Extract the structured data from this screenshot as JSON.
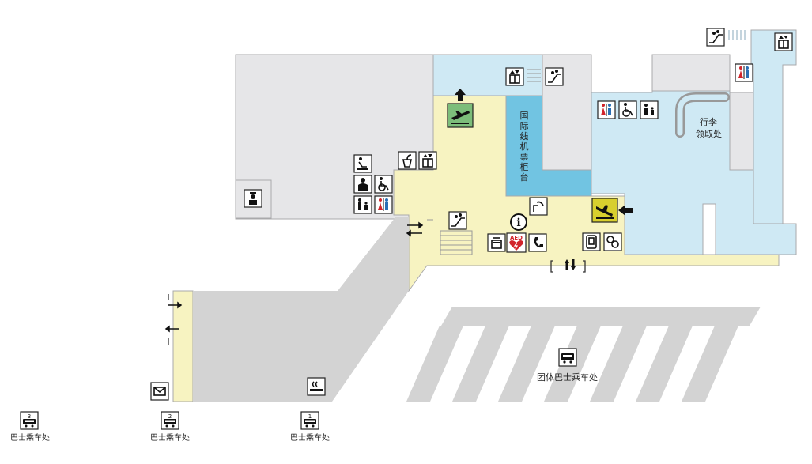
{
  "colors": {
    "gray_area": "#e6e6e8",
    "gray_border": "#a9a9ab",
    "yellow_area": "#f7f3c1",
    "light_blue": "#cfe9f4",
    "counter_blue": "#71c4e2",
    "parking_gray": "#d3d3d3",
    "departure_green": "#7cbd7a",
    "arrival_yellow": "#d8cf2e",
    "male_blue": "#2a6fb5",
    "female_red": "#d2232a",
    "aed_red": "#d2232a"
  },
  "labels": {
    "counter": "国际线机票柜台",
    "baggage_line1": "行李",
    "baggage_line2": "领取处",
    "group_bus": "团体巴士乘车处",
    "bus_stop": "巴士乘车处",
    "info_letter": "i",
    "aed": "AED"
  },
  "bus_stops": [
    {
      "number": "3",
      "label": "巴士乘车处"
    },
    {
      "number": "2",
      "label": "巴士乘车处"
    },
    {
      "number": "1",
      "label": "巴士乘车处"
    }
  ],
  "icons": [
    "elevator-icon",
    "escalator-icon",
    "restroom-icon",
    "wheelchair-icon",
    "family-restroom-icon",
    "departure-icon",
    "arrival-icon",
    "information-icon",
    "aed-icon",
    "telephone-icon",
    "locker-icon",
    "drinking-fountain-icon",
    "nursing-room-icon",
    "baby-care-icon",
    "smoking-area-icon",
    "mail-icon",
    "bus-icon",
    "atm-icon",
    "currency-exchange-icon",
    "guard-icon",
    "entrance-arrow-icon"
  ]
}
